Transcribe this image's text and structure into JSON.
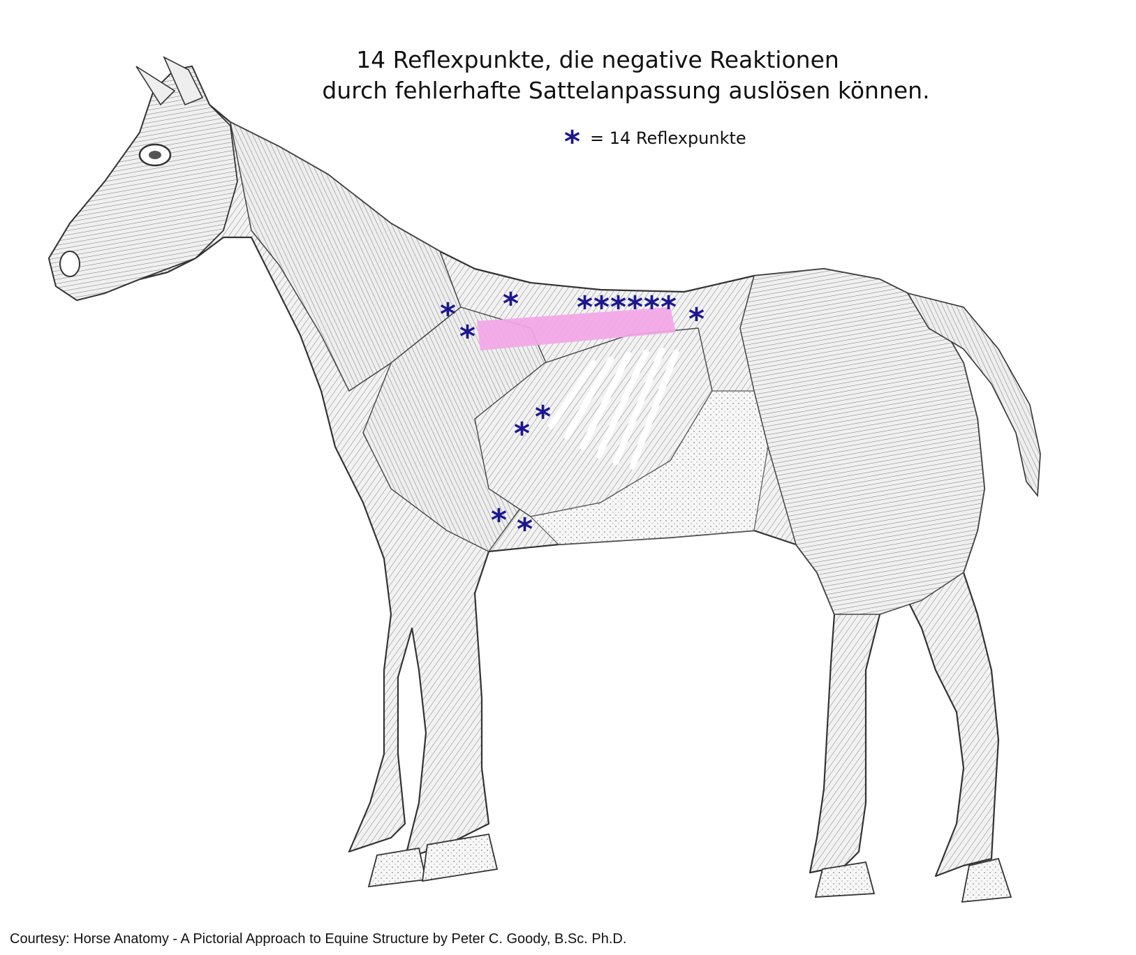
{
  "title": {
    "line1": "14 Reflexpunkte, die negative Reaktionen",
    "line2": "durch fehlerhafte Sattelanpassung auslösen können."
  },
  "legend": {
    "symbol": "*",
    "label": "= 14 Reflexpunkte"
  },
  "credit": "Courtesy: Horse Anatomy - A Pictorial Approach to Equine Structure  by Peter C. Goody, B.Sc. Ph.D.",
  "colors": {
    "marker": "#1c1690",
    "saddle_zone": "#f4a6e8"
  },
  "reflex_points": {
    "count": 14,
    "symbol": "*"
  }
}
